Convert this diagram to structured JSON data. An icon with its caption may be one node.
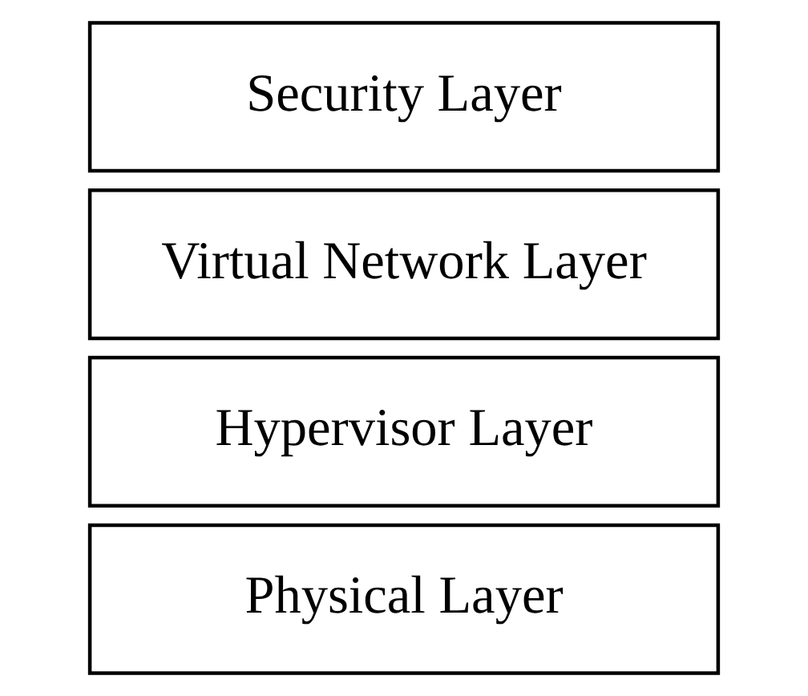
{
  "diagram": {
    "nodes": [
      {
        "text": [
          "Security Layer"
        ]
      },
      {
        "text": [
          "Virtual Network Layer"
        ]
      },
      {
        "text": [
          "Hypervisor Layer"
        ]
      },
      {
        "text": [
          "Physical Layer"
        ]
      }
    ]
  }
}
